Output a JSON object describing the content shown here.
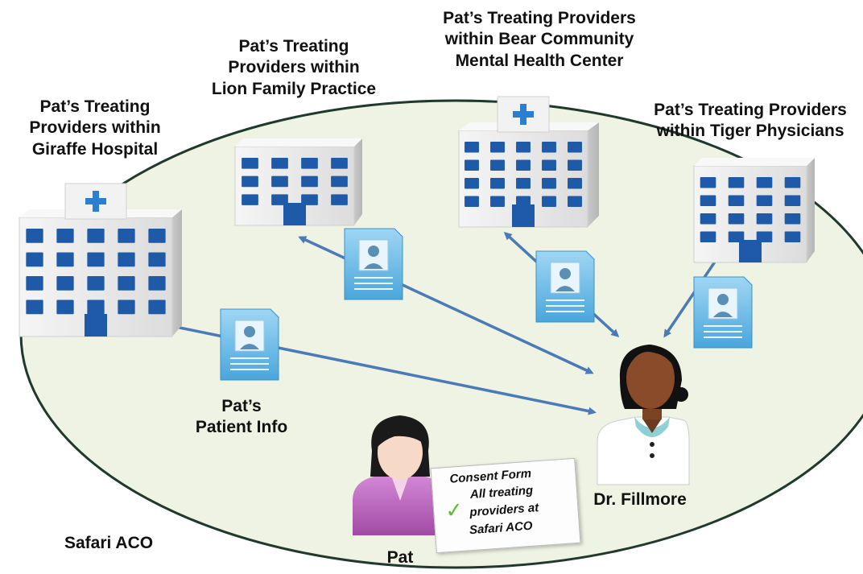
{
  "labels": {
    "giraffe": [
      "Pat’s Treating",
      "Providers within",
      "Giraffe Hospital"
    ],
    "lion": [
      "Pat’s Treating",
      "Providers within",
      "Lion Family Practice"
    ],
    "bear": [
      "Pat’s Treating Providers",
      "within Bear Community",
      "Mental Health Center"
    ],
    "tiger": [
      "Pat’s Treating Providers",
      "within Tiger Physicians"
    ],
    "patient_info": [
      "Pat’s",
      "Patient Info"
    ],
    "doctor": "Dr. Fillmore",
    "patient": "Pat",
    "aco": "Safari ACO"
  },
  "consent_form": {
    "title": "Consent Form",
    "lines": [
      "All treating",
      "providers at",
      "Safari ACO"
    ],
    "check": "✓"
  },
  "icons": [
    "hospital-icon",
    "clinic-icon",
    "patient-record-icon",
    "doctor-icon",
    "patient-icon",
    "check-icon"
  ],
  "colors": {
    "ellipse_fill": "#eef3e4",
    "ellipse_stroke": "#1f3a2c",
    "arrow": "#4a7ab8",
    "card": "#6fbde8",
    "window": "#1e5aa8",
    "building": "#e9e9e9",
    "cross": "#2a7fd0"
  }
}
